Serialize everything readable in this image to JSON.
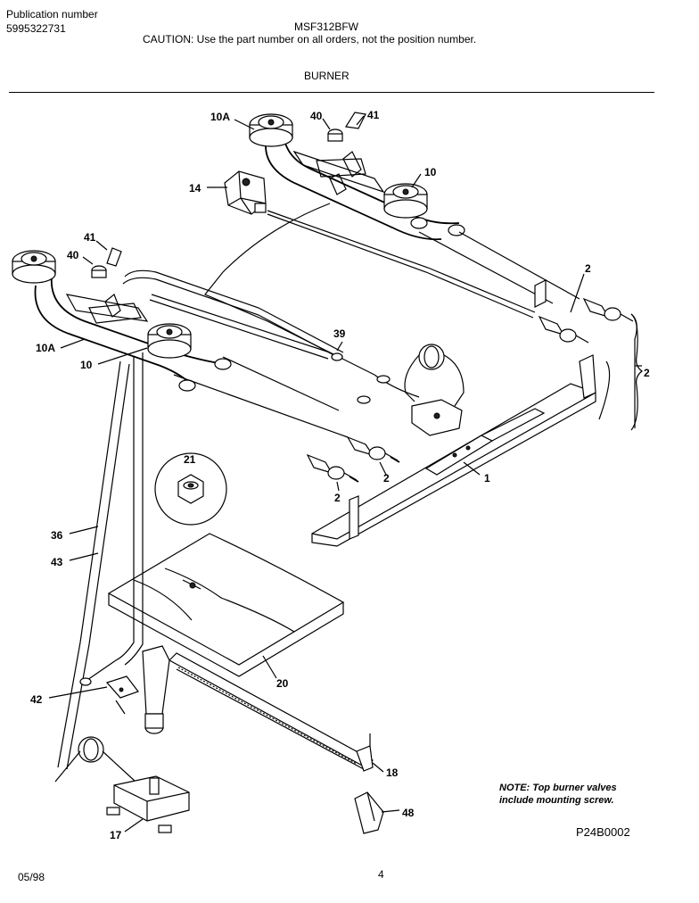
{
  "header": {
    "pub_label": "Publication number",
    "pub_number": "5995322731",
    "model": "MSF312BFW",
    "caution": "CAUTION:  Use the part number on all orders, not the position number.",
    "section": "BURNER"
  },
  "callouts": {
    "c10A_top": "10A",
    "c40_top": "40",
    "c41_top": "41",
    "c10_top": "10",
    "c14": "14",
    "c41_left": "41",
    "c40_left": "40",
    "c10A_left": "10A",
    "c10_left": "10",
    "c39": "39",
    "c2_a": "2",
    "c2_b": "2",
    "c2_c": "2",
    "c2_d": "2",
    "c1": "1",
    "c21": "21",
    "c36": "36",
    "c43": "43",
    "c20": "20",
    "c42": "42",
    "c18": "18",
    "c48": "48",
    "c17": "17"
  },
  "note": {
    "line1": "NOTE: Top burner valves",
    "line2": "include mounting screw."
  },
  "diagram_code": "P24B0002",
  "footer": {
    "date": "05/98",
    "page": "4"
  }
}
